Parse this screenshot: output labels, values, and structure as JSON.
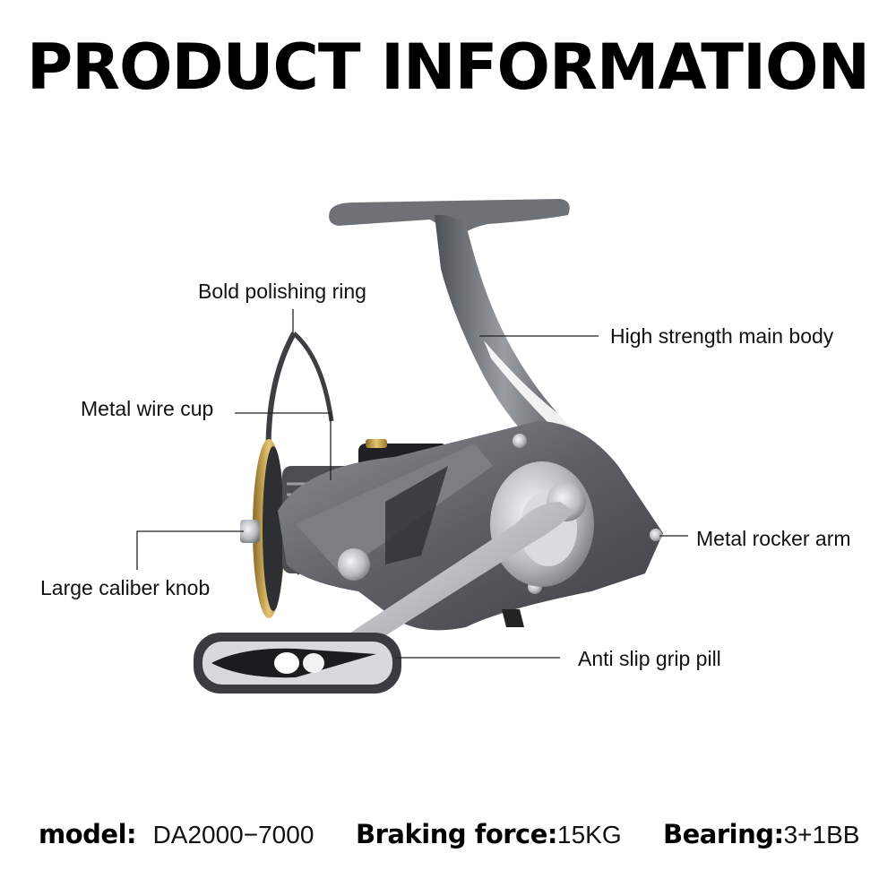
{
  "title": "PRODUCT INFORMATION",
  "callouts": {
    "polishing_ring": "Bold polishing ring",
    "main_body": "High strength main body",
    "wire_cup": "Metal wire cup",
    "rocker_arm": "Metal rocker arm",
    "caliber_knob": "Large caliber knob",
    "grip_pill": "Anti slip grip pill"
  },
  "specs": {
    "model_label": "model:",
    "model_value": "DA2000−7000",
    "braking_label": "Braking force:",
    "braking_value": "15KG",
    "bearing_label": "Bearing:",
    "bearing_value": "3+1BB"
  },
  "colors": {
    "body_gray": "#5f6165",
    "metal_light": "#c9cbcf",
    "gold": "#c9a24a",
    "text": "#111111"
  }
}
